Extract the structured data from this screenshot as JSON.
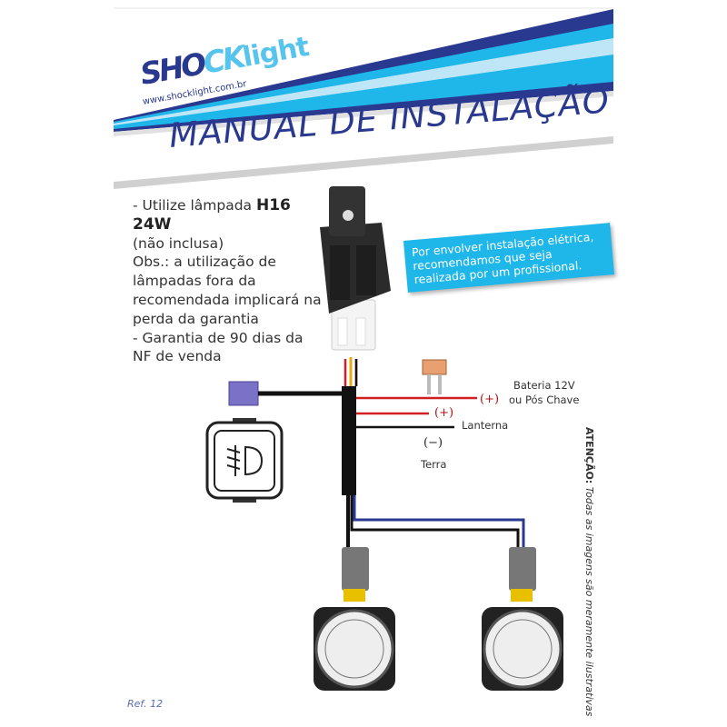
{
  "header": {
    "brand_shock": "SHO",
    "brand_ck": "CK",
    "brand_light": "light",
    "url": "www.shocklight.com.br",
    "title": "MANUAL DE INSTALAÇÃO",
    "colors": {
      "navy": "#2a3990",
      "cyan": "#1fb6ea",
      "light_blue": "#bfe6f7"
    }
  },
  "info": {
    "line1_prefix": "- Utilize lâmpada ",
    "line1_bold": "H16 24W",
    "line2": "(não inclusa)",
    "line3": "Obs.: a utilização de lâmpadas fora da recomendada implicará na perda da garantia",
    "line4": "- Garantia de 90 dias da NF de venda"
  },
  "notice": "Por envolver instalação elétrica, recomendamos que seja realizada por um profissional.",
  "diagram": {
    "battery_line1": "Bateria 12V",
    "battery_line2": "ou Pós Chave",
    "plus1": "(+)",
    "plus2": "(+)",
    "lantern": "Lanterna",
    "minus": "(−)",
    "ground": "Terra"
  },
  "attention_bold": "ATENÇÃO:",
  "attention_text": " Todas as imagens são meramente ilustrativas",
  "ref": "Ref. 12"
}
